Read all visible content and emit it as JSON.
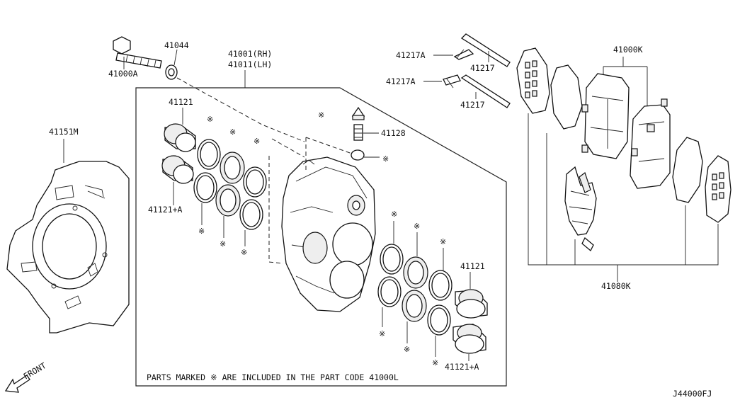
{
  "diagram_id": "J44000FJ",
  "direction_label": "FRONT",
  "note": "PARTS MARKED ※ ARE INCLUDED IN THE PART CODE  41000L",
  "mark_symbol": "※",
  "parts": {
    "bolt": "41000A",
    "washer": "41044",
    "caliper_rh": "41001(RH)",
    "caliper_lh": "41011(LH)",
    "piston_upper_left": "41121",
    "piston_lower_left": "41121+A",
    "piston_upper_right": "41121",
    "piston_lower_right": "41121+A",
    "baffle_plate": "41151M",
    "bleeder": "41128",
    "clip_upper": "41217A",
    "clip_lower": "41217A",
    "pin_upper": "41217",
    "pin_lower": "41217",
    "pad_kit": "41000K",
    "hardware_kit": "41080K"
  }
}
